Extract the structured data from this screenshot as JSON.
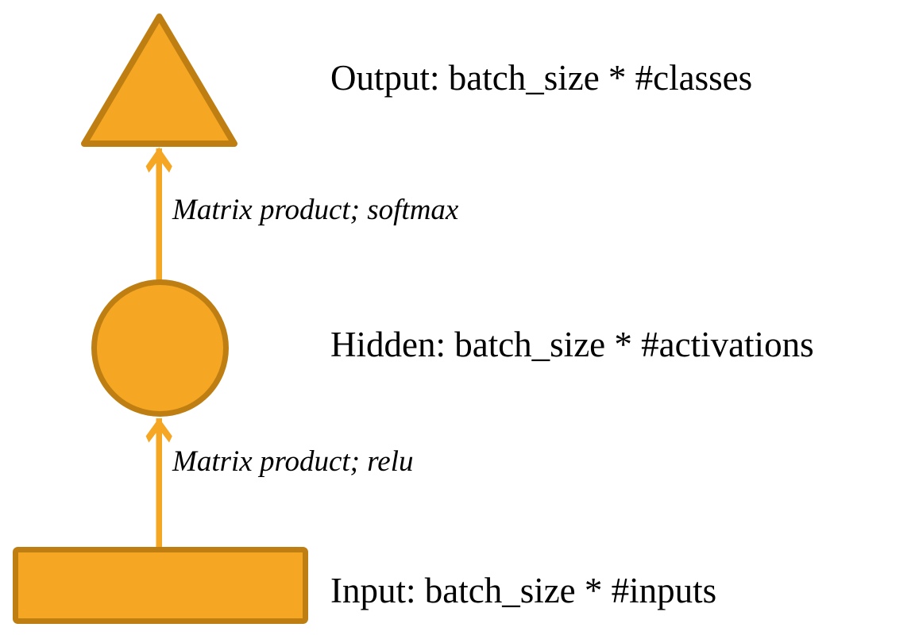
{
  "diagram": {
    "title": "Neural network layer diagram",
    "colors": {
      "shape_fill": "#F5A623",
      "shape_stroke": "#BE7E12",
      "arrow": "#F5A623",
      "text": "#000000",
      "background": "#FFFFFF"
    },
    "nodes": [
      {
        "id": "output",
        "shape": "triangle",
        "icon_name": "triangle-shape",
        "label": "Output: batch_size * #classes"
      },
      {
        "id": "hidden",
        "shape": "circle",
        "icon_name": "circle-shape",
        "label": "Hidden: batch_size * #activations"
      },
      {
        "id": "input",
        "shape": "rectangle",
        "icon_name": "rectangle-shape",
        "label": "Input: batch_size * #inputs"
      }
    ],
    "edges": [
      {
        "id": "hidden-to-output",
        "from": "hidden",
        "to": "output",
        "label": "Matrix product; softmax",
        "icon_name": "up-arrow-icon"
      },
      {
        "id": "input-to-hidden",
        "from": "input",
        "to": "hidden",
        "label": "Matrix product; relu",
        "icon_name": "up-arrow-icon"
      }
    ]
  }
}
